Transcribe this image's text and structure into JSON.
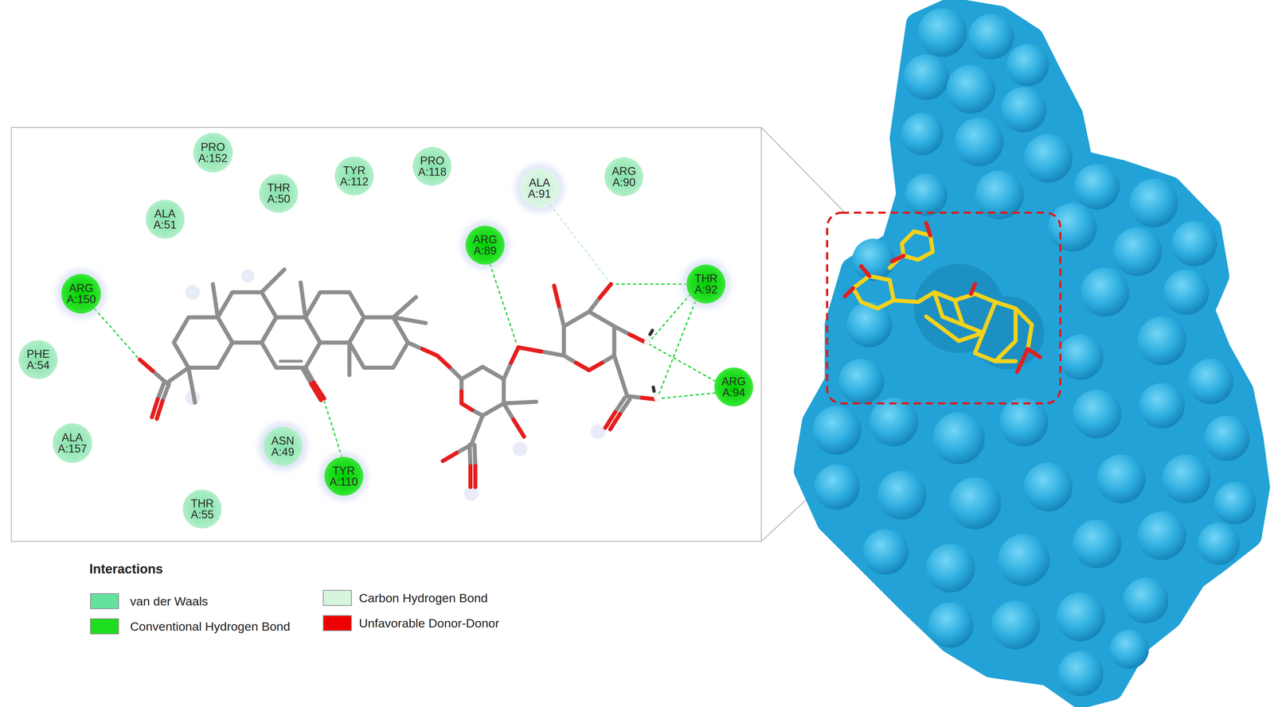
{
  "diagram": {
    "nodes": [
      {
        "text": [
          "PRO A:152"
        ]
      },
      {
        "text": [
          "PRO A:118"
        ]
      },
      {
        "text": [
          "TYR A:112"
        ]
      },
      {
        "text": [
          "ARG A:90"
        ]
      },
      {
        "text": [
          "ALA A:91"
        ]
      },
      {
        "text": [
          "THR A:50"
        ]
      },
      {
        "text": [
          "ALA A:51"
        ]
      },
      {
        "text": [
          "ARG A:89"
        ]
      },
      {
        "text": [
          "THR A:92"
        ]
      },
      {
        "text": [
          "ARG A:150"
        ]
      },
      {
        "text": [
          "PHE A:54"
        ]
      },
      {
        "text": [
          "ARG A:94"
        ]
      },
      {
        "text": [
          "ALA A:157"
        ]
      },
      {
        "text": [
          "ASN A:49"
        ]
      },
      {
        "text": [
          "TYR A:110"
        ]
      },
      {
        "text": [
          "THR A:55"
        ]
      }
    ],
    "labels": [
      "Interactions"
    ],
    "legend": [
      {
        "text": "van der Waals",
        "color": "#62e29c"
      },
      {
        "text": "Conventional Hydrogen Bond",
        "color": "#1edc1e"
      },
      {
        "text": "Carbon Hydrogen Bond",
        "color": "#d7f5dd"
      },
      {
        "text": "Unfavorable Donor-Donor",
        "color": "#ee0000"
      }
    ]
  }
}
